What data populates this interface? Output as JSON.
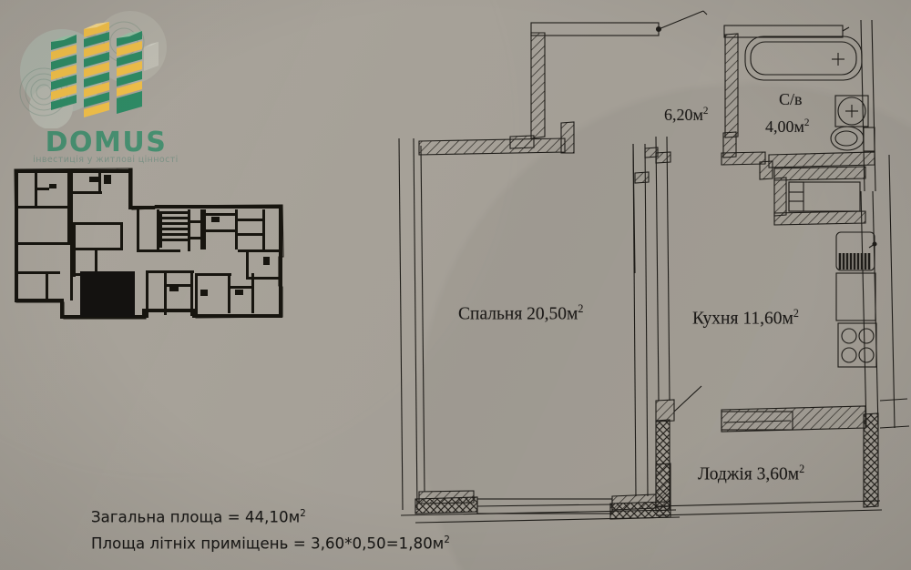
{
  "document": {
    "type": "apartment-floor-plan",
    "paper_color": "#a9a49b",
    "ink_color": "#1c1a18"
  },
  "logo": {
    "name": "DOMUS",
    "tagline": "інвестиція у житлові цінності",
    "icon": "isometric-buildings-icon",
    "colors": {
      "green": "#3f8f6e",
      "yellow": "#f2c14a",
      "teal_circle": "#b9cfc2"
    }
  },
  "key_plan": {
    "name": "building-floor-key-plan",
    "highlight_color": "#141210",
    "description": "Поверховий план будинку з виділеною квартирою"
  },
  "rooms": [
    {
      "id": "bedroom",
      "name": "Спальня",
      "area": "20,50",
      "unit": "м",
      "power": "2",
      "label": "Спальня 20,50м²"
    },
    {
      "id": "kitchen",
      "name": "Кухня",
      "area": "11,60",
      "unit": "м",
      "power": "2",
      "label": "Кухня 11,60м²"
    },
    {
      "id": "hall",
      "name": "",
      "area": "6,20",
      "unit": "м",
      "power": "2",
      "label": "6,20м²"
    },
    {
      "id": "bathroom",
      "name": "С/в",
      "area": "4,00",
      "unit": "м",
      "power": "2",
      "label": "С/в 4,00м²"
    },
    {
      "id": "loggia",
      "name": "Лоджія",
      "area": "3,60",
      "unit": "м",
      "power": "2",
      "label": "Лоджія 3,60м²"
    }
  ],
  "labels": {
    "bedroom": "Спальня 20,50м",
    "kitchen": "Кухня 11,60м",
    "hall": "6,20м",
    "bath_name": "С/в",
    "bath_area": "4,00м",
    "loggia": "Лоджія 3,60м"
  },
  "summary": {
    "total_area_line": "Загальна площа  = 44,10м",
    "total_area_value": "44,10",
    "summer_area_line": "Площа літніх приміщень = 3,60*0,50=1,80м",
    "summer_area_value": "1,80",
    "summer_formula": "3,60*0,50=1,80"
  },
  "fixtures": [
    {
      "name": "bathtub-icon",
      "room": "bathroom"
    },
    {
      "name": "sink-icon",
      "room": "bathroom"
    },
    {
      "name": "toilet-icon",
      "room": "bathroom"
    },
    {
      "name": "kitchen-sink-icon",
      "room": "kitchen"
    },
    {
      "name": "stove-icon",
      "room": "kitchen"
    },
    {
      "name": "radiator-icon",
      "room": "kitchen"
    }
  ]
}
